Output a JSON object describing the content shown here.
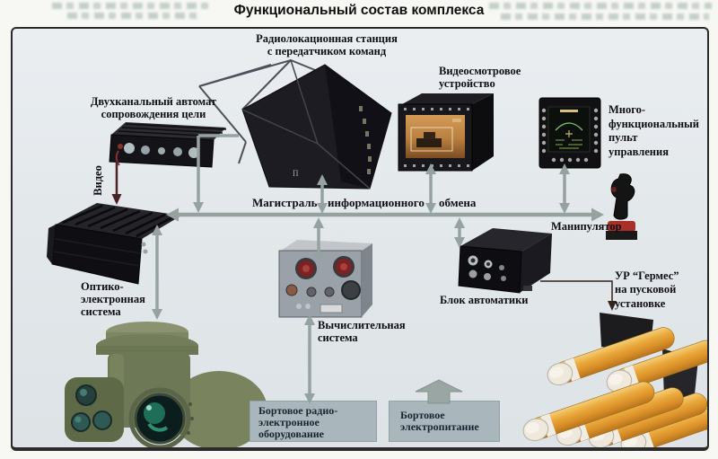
{
  "title": "Функциональный состав комплекса",
  "colors": {
    "arrow_gray": "#96a2a0",
    "video_arrow": "#4b2222",
    "wire_dark": "#33231a",
    "box_fill": "#a9b6bc",
    "frame_bg": "#e4e9ec",
    "missile_body": "#eaa93c",
    "missile_cap": "#eee8dd",
    "turret_green": "#6d7856",
    "screen_orange": "#c08448"
  },
  "bus": {
    "word1": "Магистраль",
    "word2": "информационного",
    "word3": "обмена"
  },
  "components": {
    "radar": {
      "label": "Радиолокационная станция\nс передатчиком команд",
      "marking": "П"
    },
    "tracker": {
      "label": "Двухканальный автомат\nсопровождения цели"
    },
    "video_link": {
      "label": "Видео"
    },
    "monitor": {
      "label": "Видеосмотровое\nустройство"
    },
    "console": {
      "label": "Много-\nфункциональный\nпульт\nуправления"
    },
    "joystick": {
      "label": "Манипулятор"
    },
    "optics": {
      "label": "Оптико-\nэлектронная\nсистема"
    },
    "computer": {
      "label": "Вычислительная\nсистема"
    },
    "automation": {
      "label": "Блок автоматики"
    },
    "missiles": {
      "label": "УР “Гермес”\nна пусковой\nустановке"
    },
    "radio_box": {
      "label": "Бортовое радио-\nэлектронное\nоборудование"
    },
    "power_box": {
      "label": "Бортовое\nэлектропитание"
    }
  }
}
